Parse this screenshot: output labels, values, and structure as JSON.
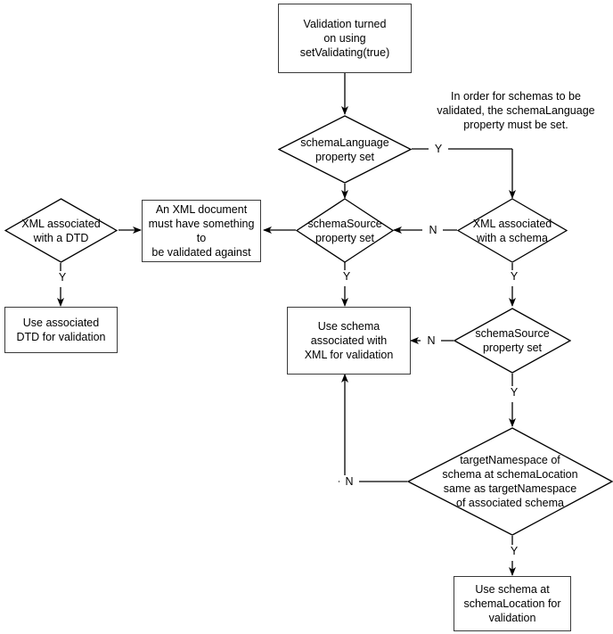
{
  "diagram": {
    "title": "XML validation decision flowchart",
    "colors": {
      "stroke": "#3a3a3a",
      "line": "#000000",
      "background": "#ffffff"
    },
    "nodes": [
      {
        "id": "validation-turned-on",
        "type": "process",
        "lines": [
          "Validation turned",
          "on using",
          "setValidating(true)"
        ]
      },
      {
        "id": "schema-language-property-set",
        "type": "decision",
        "lines": [
          "schemaLanguage",
          "property set"
        ]
      },
      {
        "id": "xml-associated-with-a-schema",
        "type": "decision",
        "lines": [
          "XML associated",
          "with a schema"
        ]
      },
      {
        "id": "schema-source-property-set-left",
        "type": "decision",
        "lines": [
          "schemaSource",
          "property set"
        ]
      },
      {
        "id": "an-xml-document-must-have-something",
        "type": "process",
        "lines": [
          "An XML document",
          "must have something to",
          "be validated against"
        ]
      },
      {
        "id": "xml-associated-with-a-dtd",
        "type": "decision",
        "lines": [
          "XML associated",
          "with a DTD"
        ]
      },
      {
        "id": "use-associated-dtd-for-validation",
        "type": "process",
        "lines": [
          "Use associated",
          "DTD for validation"
        ]
      },
      {
        "id": "use-schema-associated-with-xml",
        "type": "process",
        "lines": [
          "Use schema",
          "associated with",
          "XML for validation"
        ]
      },
      {
        "id": "schema-source-property-set-right",
        "type": "decision",
        "lines": [
          "schemaSource",
          "property set"
        ]
      },
      {
        "id": "target-namespace-same",
        "type": "decision",
        "lines": [
          "targetNamespace of",
          "schema at schemaLocation",
          "same as targetNamespace",
          "of associated schema"
        ]
      },
      {
        "id": "use-schema-at-schema-location",
        "type": "process",
        "lines": [
          "Use schema at",
          "schemaLocation for",
          "validation"
        ]
      }
    ],
    "annotation": {
      "id": "schema-language-note",
      "lines": [
        "In order for schemas to be",
        "validated, the schemaLanguage",
        "property must be set."
      ]
    },
    "edge_labels": {
      "schema_language_yes": "Y",
      "schema_source_left_no": "N",
      "schema_source_left_yes": "Y",
      "dtd_yes": "Y",
      "xml_schema_yes": "Y",
      "schema_source_right_no": "N",
      "schema_source_right_yes": "Y",
      "target_namespace_no": "N",
      "target_namespace_yes": "Y"
    }
  }
}
